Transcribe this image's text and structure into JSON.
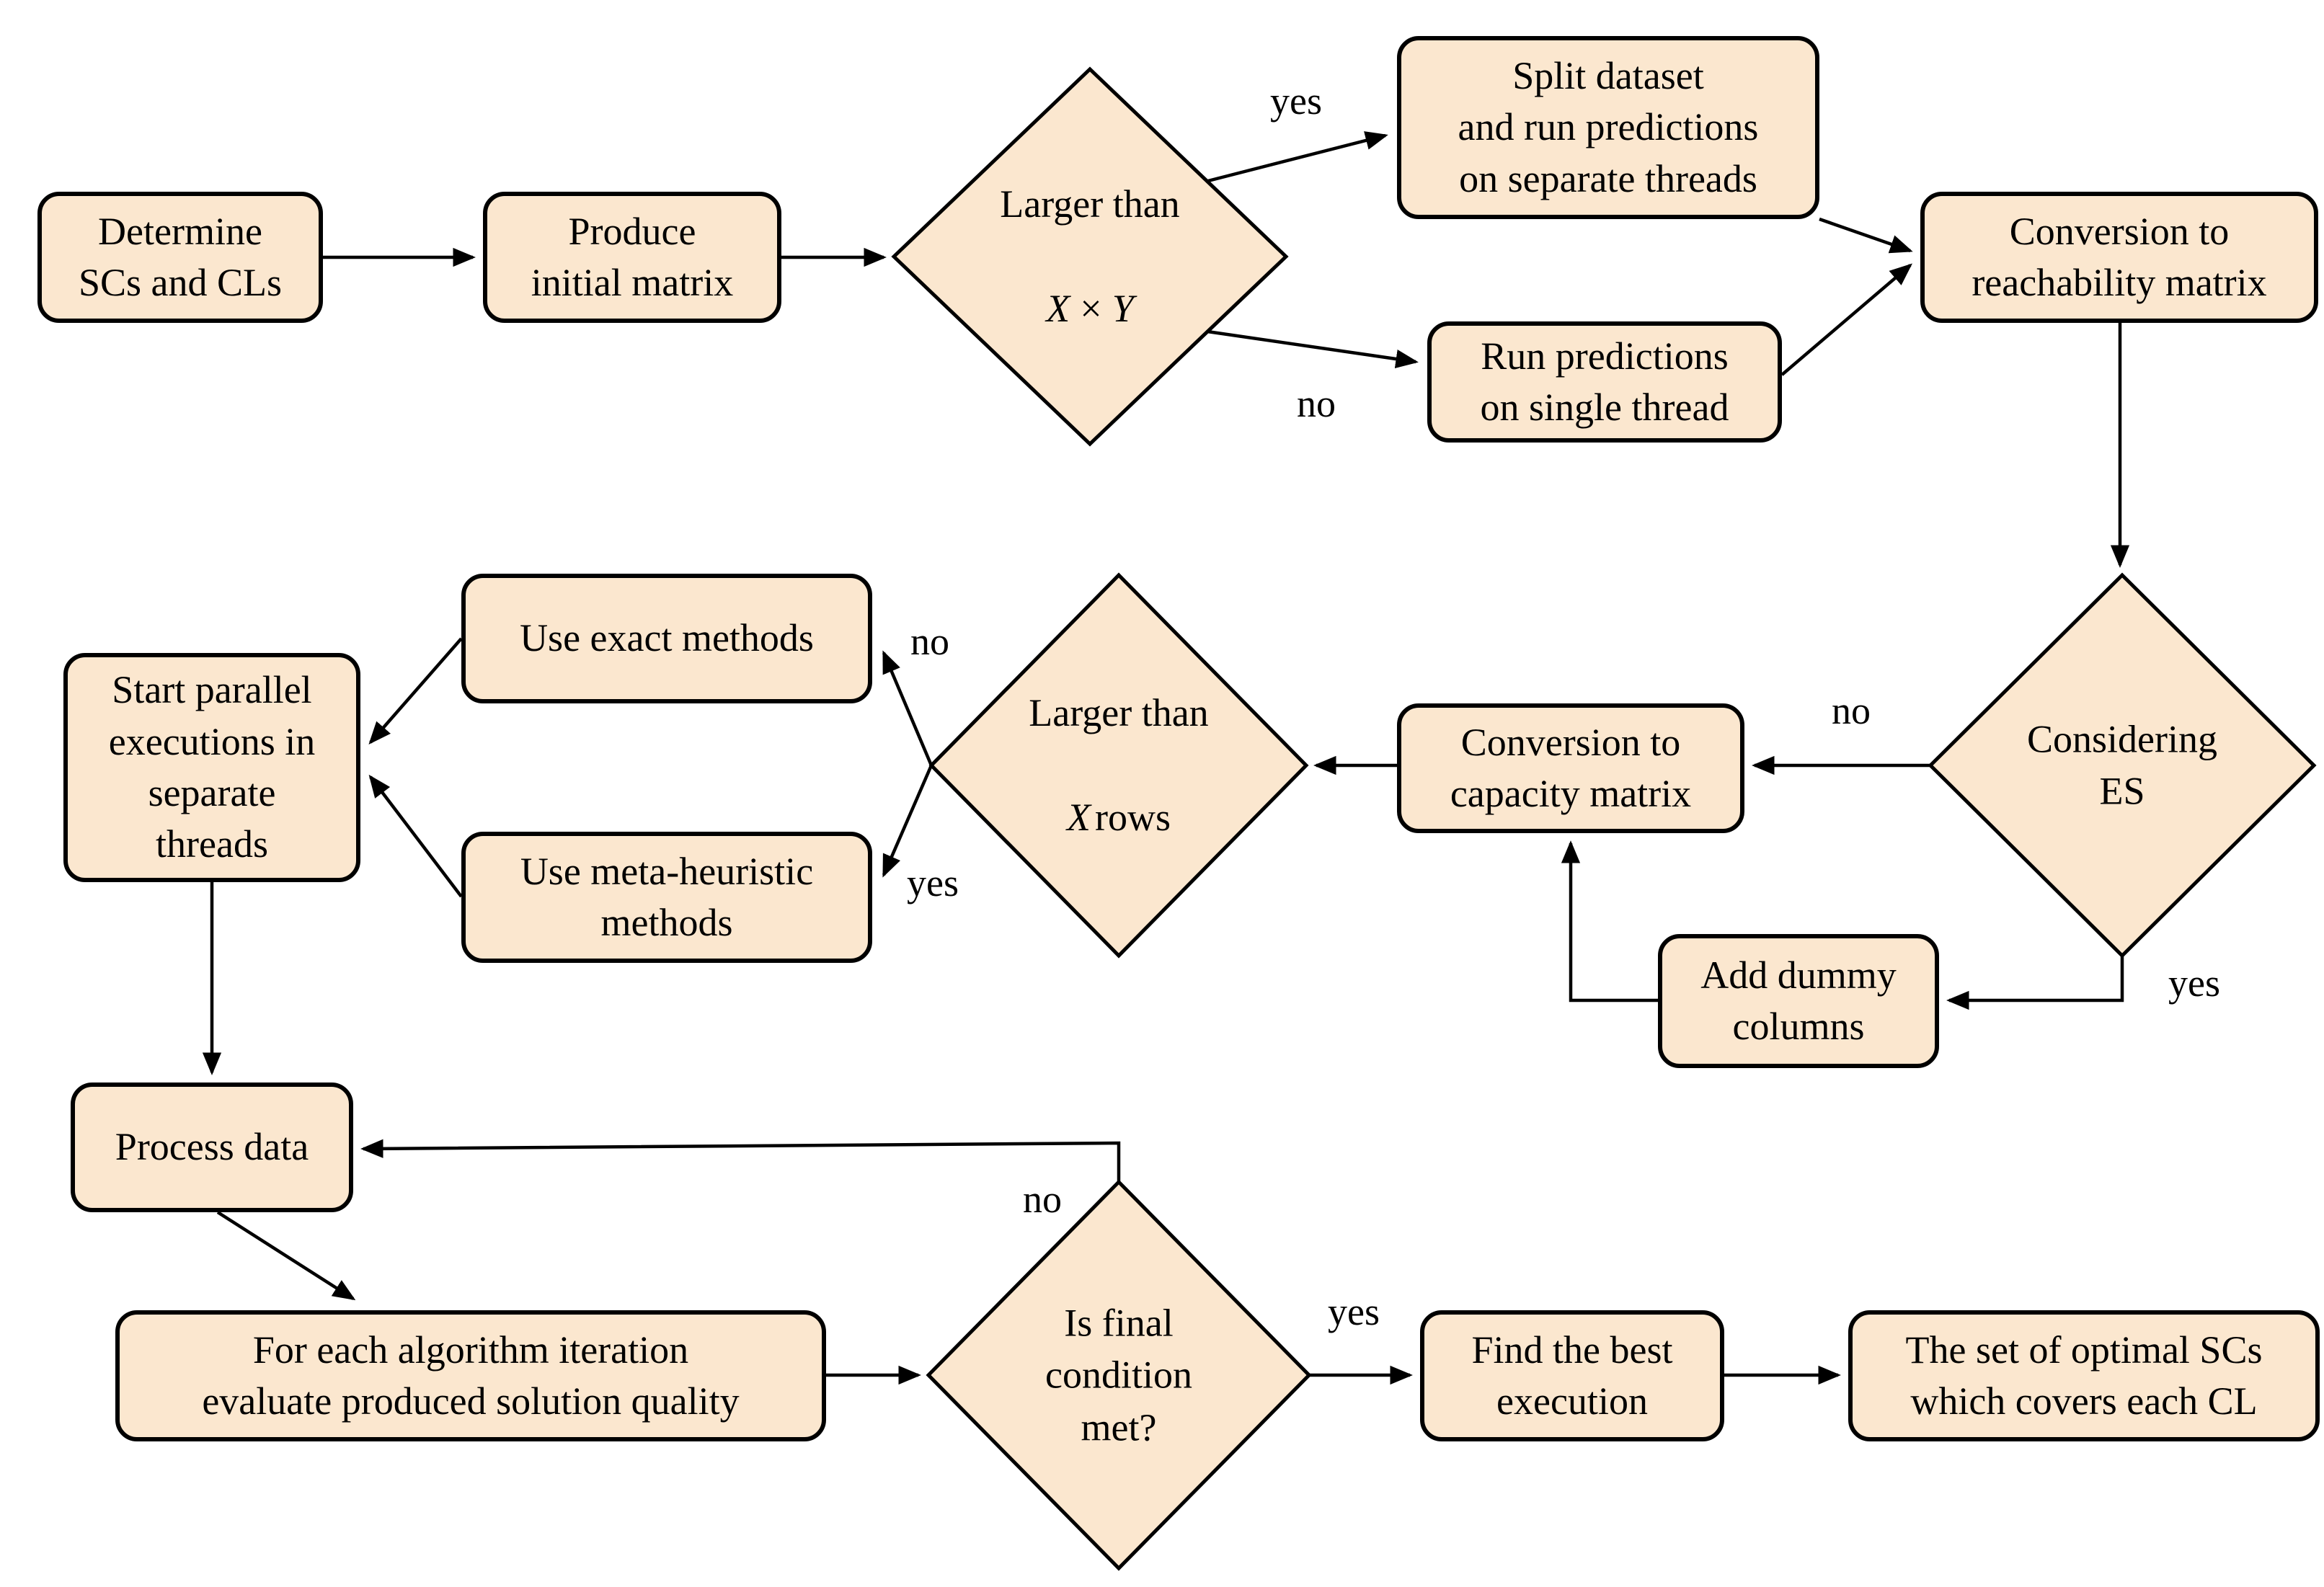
{
  "diagram": {
    "type": "flowchart",
    "background": "#ffffff",
    "node_fill": "#FBE7CF",
    "node_border": "#000000",
    "line_color": "#000000",
    "text_color": "#000000"
  },
  "nodes": {
    "determine": {
      "label": "Determine\nSCs and CLs"
    },
    "produce": {
      "label": "Produce\ninitial matrix"
    },
    "split": {
      "label": "Split dataset\nand run predictions\non separate threads"
    },
    "run_single": {
      "label": "Run predictions\non single thread"
    },
    "reach": {
      "label": "Conversion to\nreachability matrix"
    },
    "capacity": {
      "label": "Conversion to\ncapacity matrix"
    },
    "exact": {
      "label": "Use exact methods"
    },
    "meta": {
      "label": "Use meta-heuristic\nmethods"
    },
    "start_parallel": {
      "label": "Start parallel\nexecutions in\nseparate\nthreads"
    },
    "add_dummy": {
      "label": "Add dummy\ncolumns"
    },
    "process": {
      "label": "Process data"
    },
    "evaluate": {
      "label": "For each algorithm iteration\nevaluate produced solution quality"
    },
    "find_best": {
      "label": "Find the best\nexecution"
    },
    "optimal": {
      "label": "The set of optimal SCs\nwhich covers each CL"
    }
  },
  "decisions": {
    "larger_xy": {
      "line1": "Larger than",
      "math_x": "X",
      "times": "×",
      "math_y": "Y"
    },
    "considering_es": {
      "label": "Considering\nES"
    },
    "larger_rows": {
      "line1": "Larger than",
      "math_x": "X",
      "rest": "rows"
    },
    "final_condition": {
      "label": "Is final\ncondition\nmet?"
    }
  },
  "edge_labels": {
    "yes_split": "yes",
    "no_single": "no",
    "no_capacity": "no",
    "yes_dummy": "yes",
    "no_exact": "no",
    "yes_meta": "yes",
    "no_loop": "no",
    "yes_final": "yes"
  }
}
